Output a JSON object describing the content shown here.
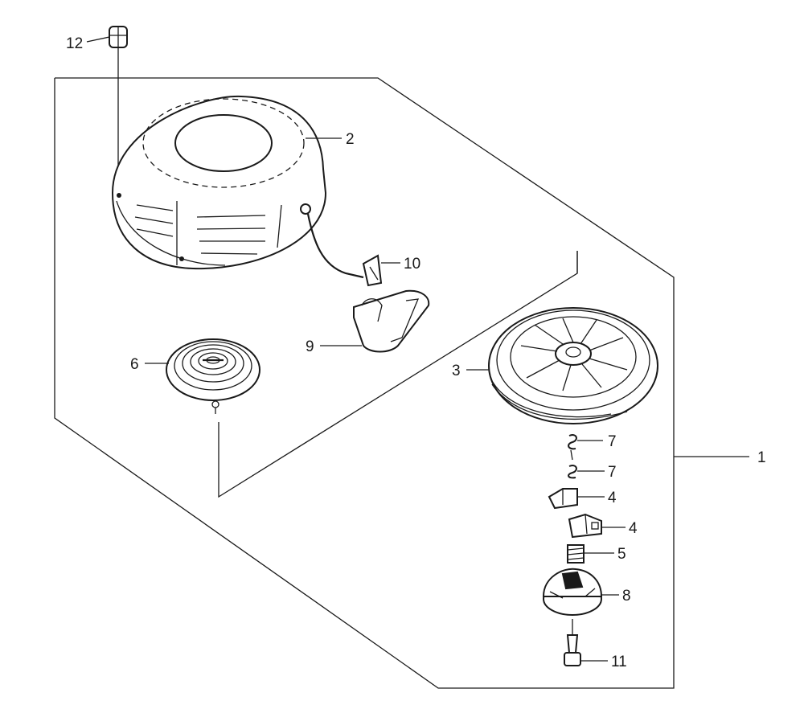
{
  "diagram": {
    "colors": {
      "ink": "#1a1a1a",
      "paper": "#ffffff",
      "shade": "#cfcfcf"
    },
    "callouts": {
      "p1": "1",
      "p2": "2",
      "p3": "3",
      "p4a": "4",
      "p4b": "4",
      "p5": "5",
      "p6": "6",
      "p7a": "7",
      "p7b": "7",
      "p8": "8",
      "p9": "9",
      "p10": "10",
      "p11": "11",
      "p12": "12"
    }
  }
}
